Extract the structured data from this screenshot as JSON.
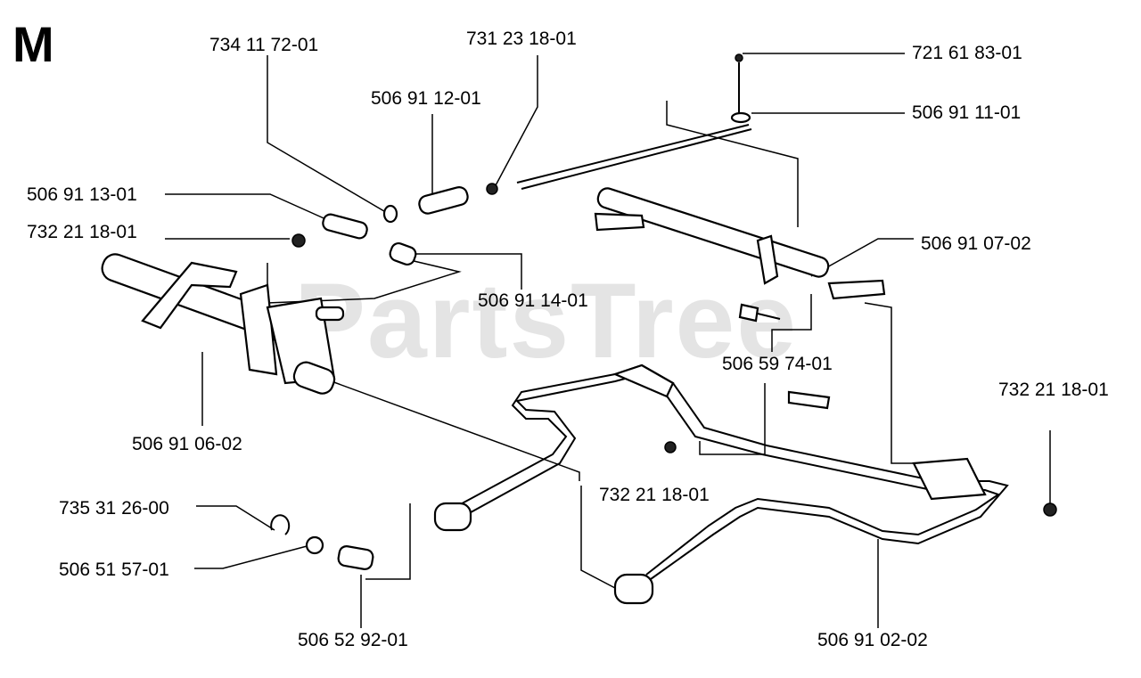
{
  "section_letter": "M",
  "watermark": "PartsTree",
  "callouts": [
    {
      "id": "c1",
      "label": "734 11 72-01"
    },
    {
      "id": "c2",
      "label": "731 23 18-01"
    },
    {
      "id": "c3",
      "label": "721 61 83-01"
    },
    {
      "id": "c4",
      "label": "506 91 12-01"
    },
    {
      "id": "c5",
      "label": "506 91 11-01"
    },
    {
      "id": "c6",
      "label": "506 91 13-01"
    },
    {
      "id": "c7",
      "label": "732 21 18-01"
    },
    {
      "id": "c8",
      "label": "506 91 07-02"
    },
    {
      "id": "c9",
      "label": "506 91 14-01"
    },
    {
      "id": "c10",
      "label": "506 59 74-01"
    },
    {
      "id": "c11",
      "label": "506 91 06-02"
    },
    {
      "id": "c12",
      "label": "732 21 18-01"
    },
    {
      "id": "c13",
      "label": "732 21 18-01"
    },
    {
      "id": "c14",
      "label": "735 31 26-00"
    },
    {
      "id": "c15",
      "label": "506 51 57-01"
    },
    {
      "id": "c16",
      "label": "506 52 92-01"
    },
    {
      "id": "c17",
      "label": "506 91 02-02"
    }
  ]
}
